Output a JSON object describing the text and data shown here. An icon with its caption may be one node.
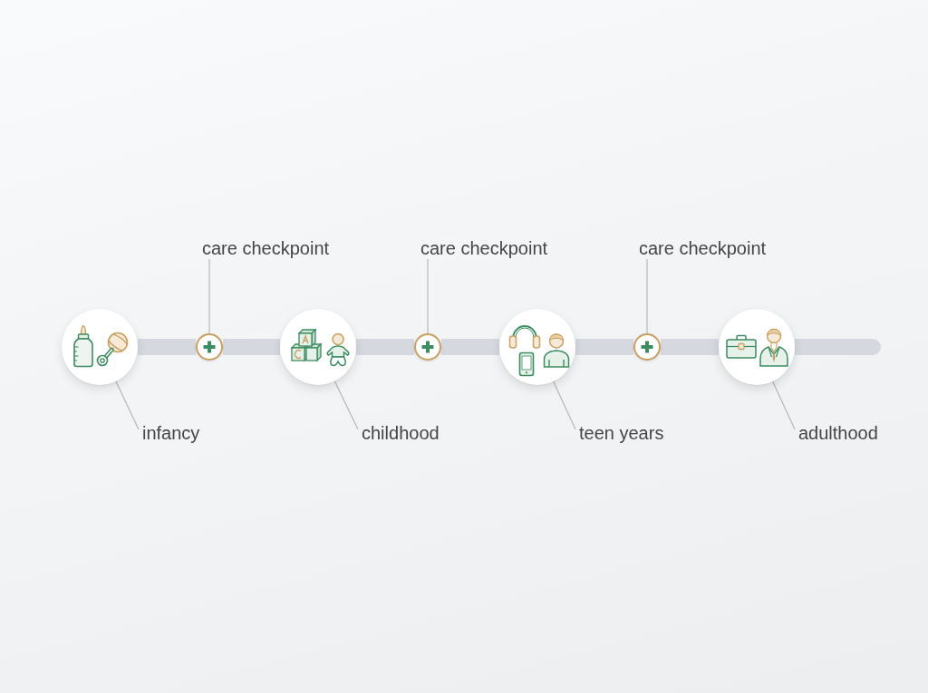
{
  "diagram": {
    "nodes": [
      {
        "text": [],
        "shape": "picture"
      },
      {
        "text": [
          "infancy"
        ]
      },
      {
        "text": [
          "care checkpoint"
        ]
      },
      {
        "text": [],
        "shape": "circle"
      },
      {
        "text": [],
        "shape": "picture"
      },
      {
        "text": [
          "childhood"
        ]
      },
      {
        "text": [
          "care checkpoint"
        ]
      },
      {
        "text": [],
        "shape": "circle"
      },
      {
        "text": [],
        "shape": "picture"
      },
      {
        "text": [
          "teen years"
        ]
      },
      {
        "text": [
          "care checkpoint"
        ]
      },
      {
        "text": [],
        "shape": "circle"
      },
      {
        "text": [],
        "shape": "picture"
      },
      {
        "text": [
          "adulthood"
        ]
      }
    ],
    "edges": [
      {
        "from": 0,
        "to": 3,
        "arrow": "none",
        "style": "thick",
        "color": "#d5d8de"
      },
      {
        "from": 3,
        "to": 4,
        "arrow": "none",
        "style": "thick",
        "color": "#d5d8de"
      },
      {
        "from": 4,
        "to": 7,
        "arrow": "none",
        "style": "thick",
        "color": "#d5d8de"
      },
      {
        "from": 7,
        "to": 8,
        "arrow": "none",
        "style": "thick",
        "color": "#d5d8de"
      },
      {
        "from": 8,
        "to": 11,
        "arrow": "none",
        "style": "thick",
        "color": "#d5d8de"
      },
      {
        "from": 11,
        "to": 12,
        "arrow": "none",
        "style": "thick",
        "color": "#d5d8de"
      },
      {
        "from": 12,
        "to": null,
        "arrow": "none",
        "style": "thick",
        "color": "#d5d8de"
      },
      {
        "from": 1,
        "to": 0,
        "arrow": "none"
      },
      {
        "from": 2,
        "to": 3,
        "arrow": "none"
      },
      {
        "from": 5,
        "to": 4,
        "arrow": "none"
      },
      {
        "from": 6,
        "to": 7,
        "arrow": "none"
      },
      {
        "from": 9,
        "to": 8,
        "arrow": "none"
      },
      {
        "from": 10,
        "to": 11,
        "arrow": "none"
      },
      {
        "from": 13,
        "to": 12,
        "arrow": "none"
      }
    ]
  }
}
